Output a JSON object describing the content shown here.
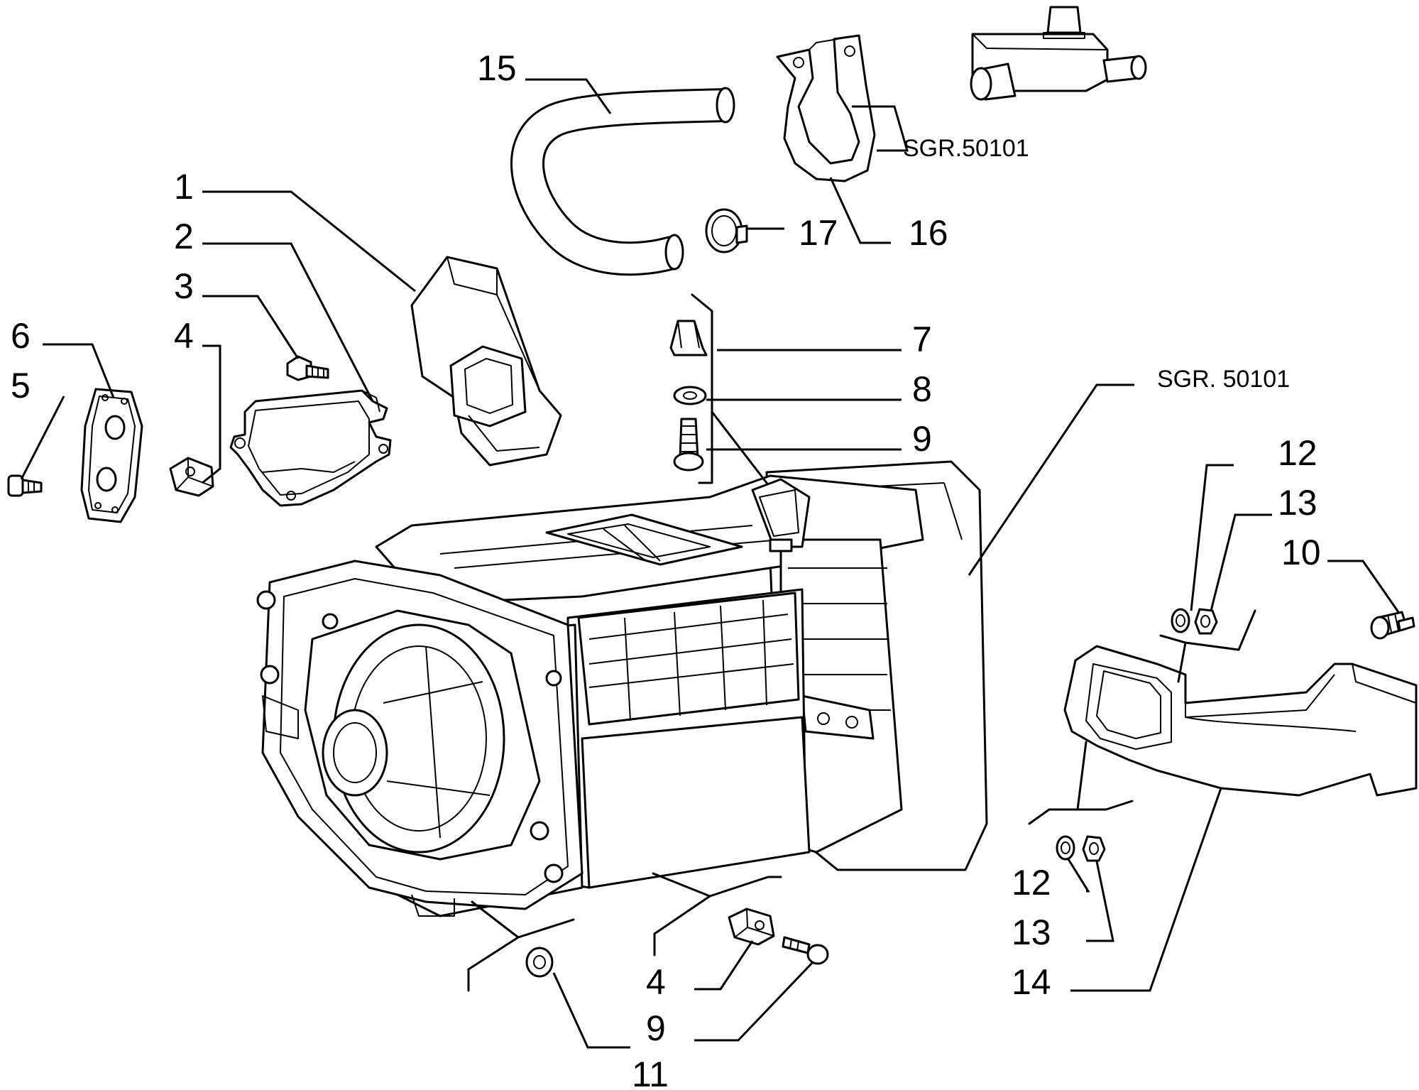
{
  "diagram": {
    "callouts": [
      "1",
      "2",
      "3",
      "4",
      "5",
      "6",
      "7",
      "8",
      "9",
      "10",
      "11",
      "12",
      "13",
      "14",
      "15",
      "16",
      "17"
    ],
    "extra_callouts": {
      "c4b": "4",
      "c9b": "9",
      "c12b": "12",
      "c13b": "13"
    },
    "refs": {
      "top": "SGR.50101",
      "right": "SGR. 50101"
    }
  }
}
